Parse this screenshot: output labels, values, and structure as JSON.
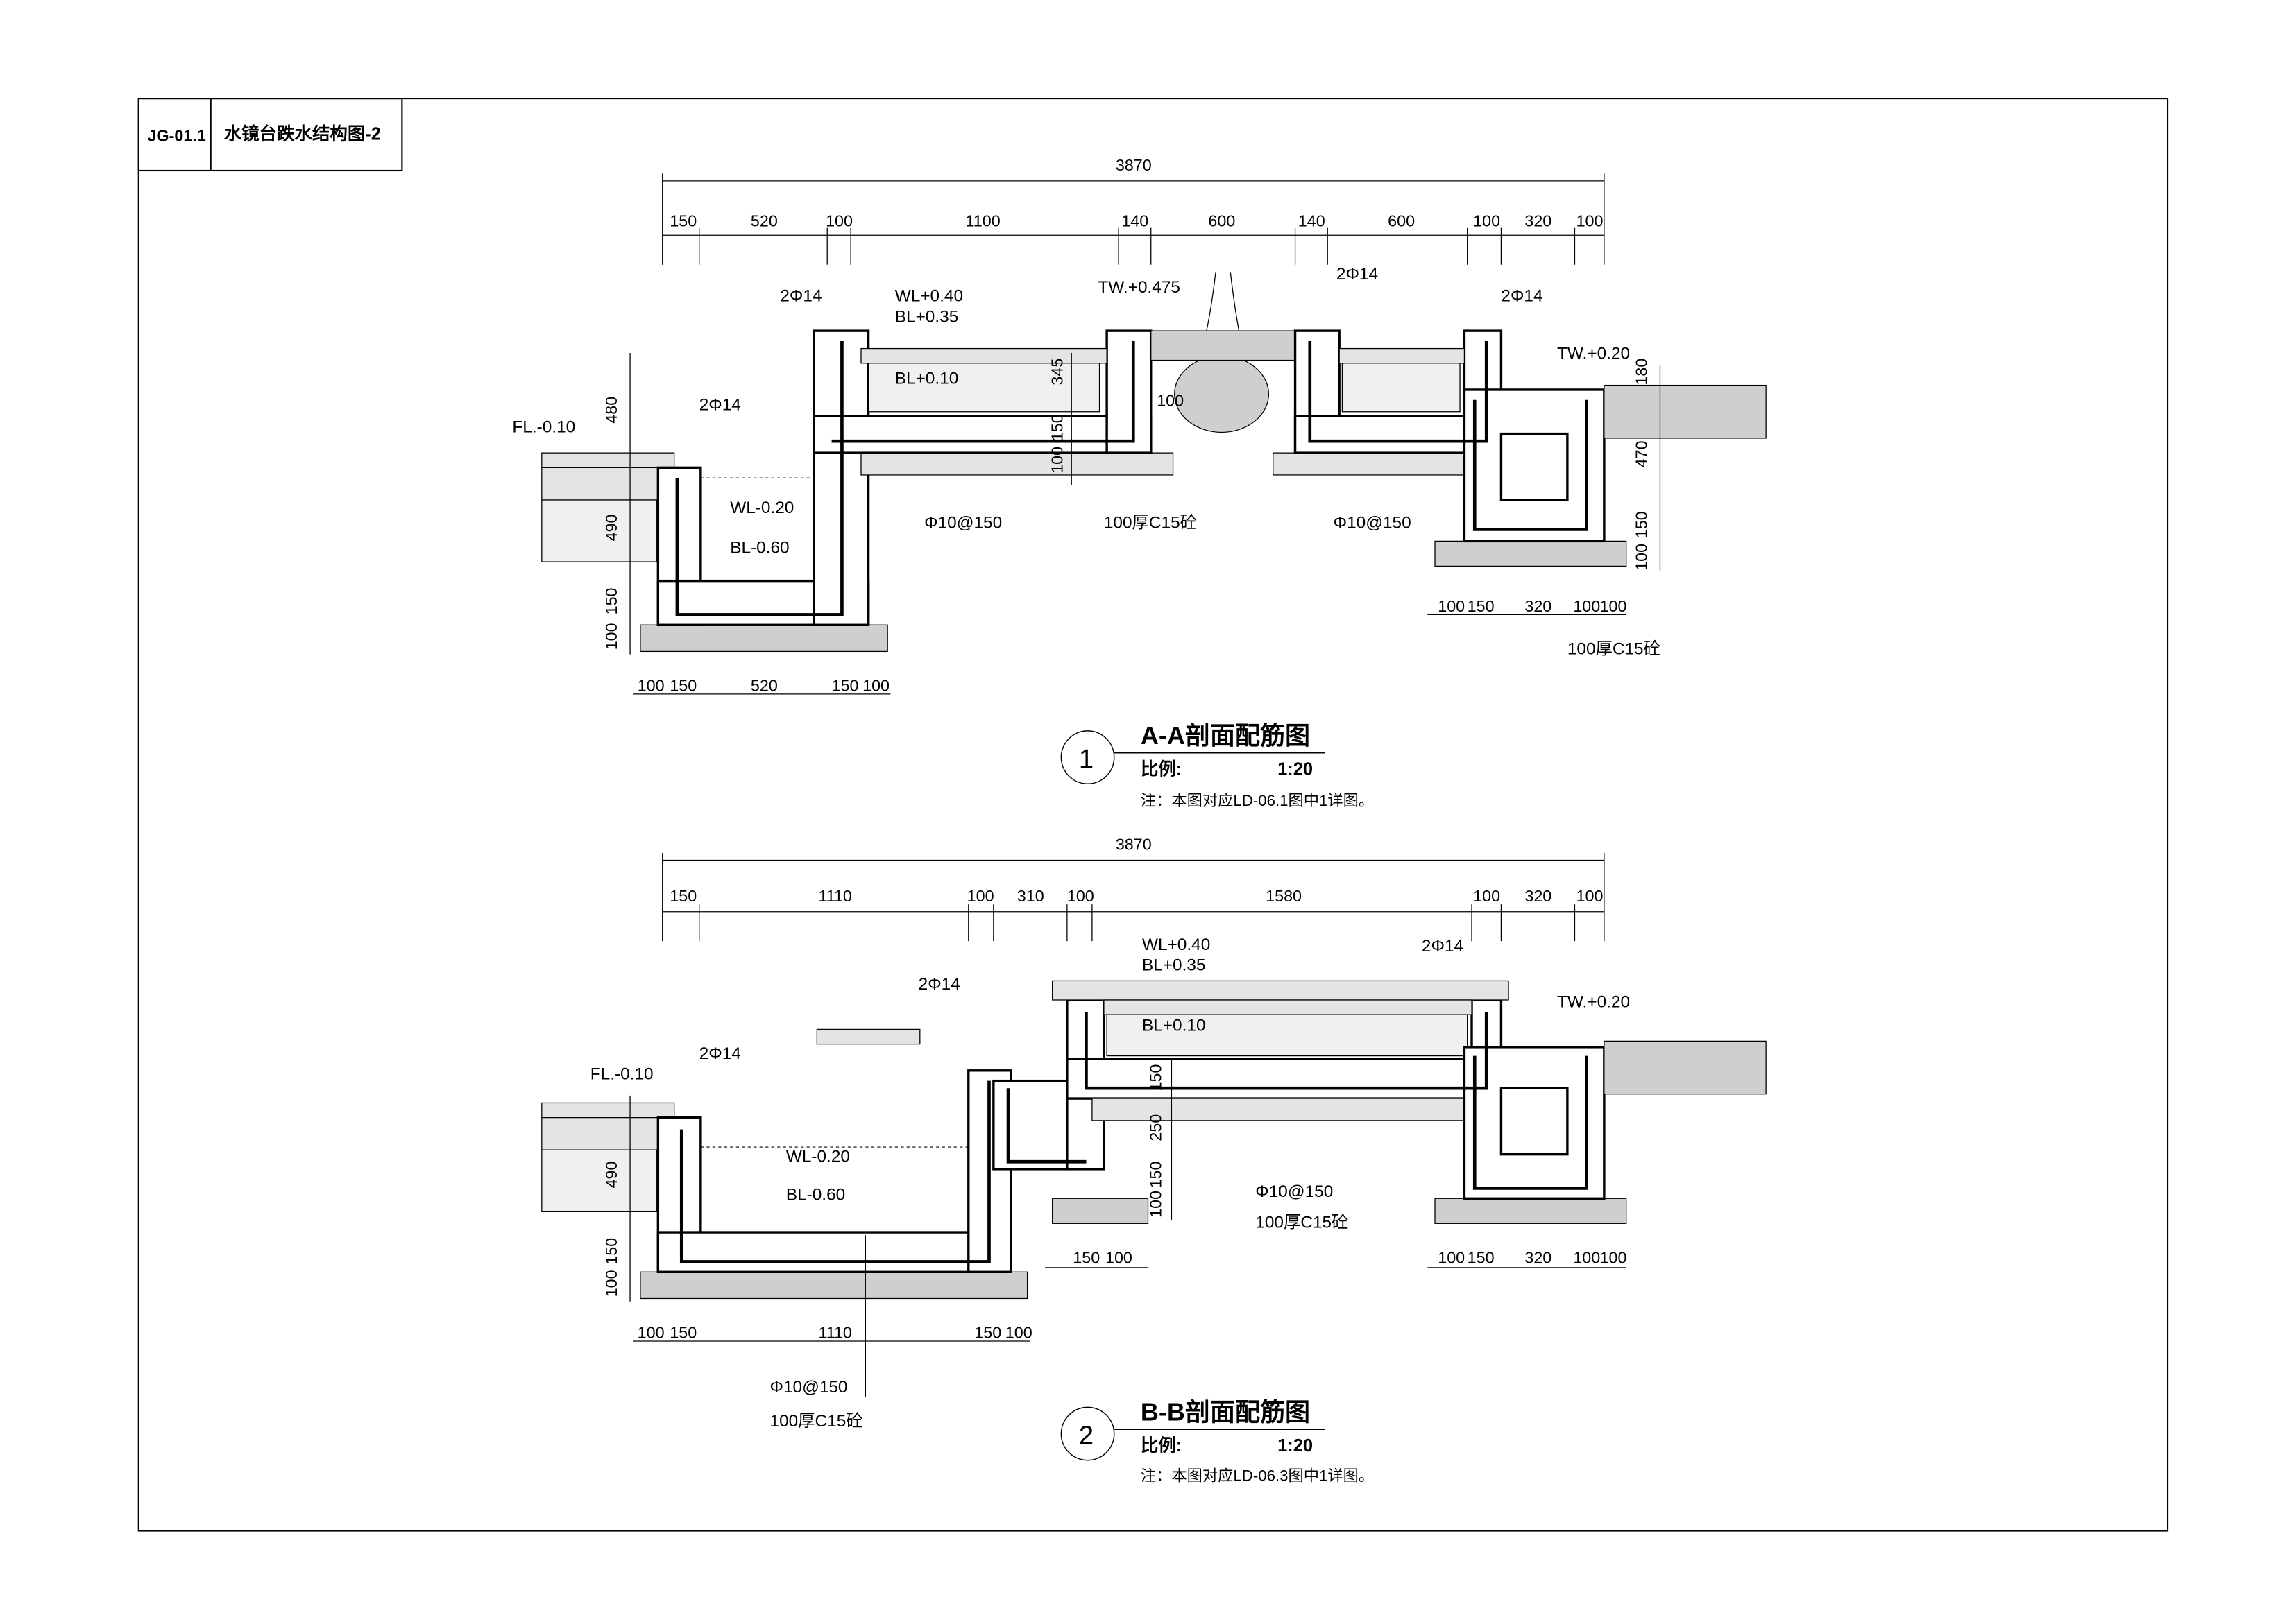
{
  "title_block": {
    "drawing_no": "JG-01.1",
    "drawing_title": "水镜台跌水结构图-2"
  },
  "section_a": {
    "total_dim": "3870",
    "top_dims": [
      "150",
      "520",
      "100",
      "1100",
      "140",
      "600",
      "140",
      "600",
      "100",
      "320",
      "100"
    ],
    "labels": {
      "rebar_1": "2Φ14",
      "rebar_2": "2Φ14",
      "rebar_3": "2Φ14",
      "rebar_4": "2Φ14",
      "wl_upper": "WL+0.40",
      "bl_upper": "BL+0.35",
      "bl_mid": "BL+0.10",
      "tw": "TW.+0.475",
      "fl": "FL.-0.10",
      "wl_lower": "WL-0.20",
      "bl_lower": "BL-0.60",
      "stirrup_1": "Φ10@150",
      "stirrup_2": "Φ10@150",
      "base_1": "100厚C15砼",
      "base_2": "100厚C15砼",
      "tw_right": "TW.+0.20"
    },
    "inner_dims": [
      "345",
      "100",
      "150",
      "100"
    ],
    "left_vdims": [
      "480",
      "490",
      "150",
      "100"
    ],
    "right_vdims": [
      "180",
      "470",
      "150",
      "100"
    ],
    "bottom_left_dims": [
      "100",
      "150",
      "520",
      "150",
      "100"
    ],
    "bottom_right_dims": [
      "100",
      "150",
      "320",
      "100",
      "100"
    ],
    "caption": {
      "number": "1",
      "title": "A-A剖面配筋图",
      "scale_label": "比例:",
      "scale": "1:20",
      "note": "注：本图对应LD-06.1图中1详图。"
    }
  },
  "section_b": {
    "total_dim": "3870",
    "top_dims": [
      "150",
      "1110",
      "100",
      "310",
      "100",
      "1580",
      "100",
      "320",
      "100"
    ],
    "labels": {
      "wl_upper": "WL+0.40",
      "bl_upper": "BL+0.35",
      "rebar_1": "2Φ14",
      "rebar_2": "2Φ14",
      "rebar_3": "2Φ14",
      "tw_right": "TW.+0.20",
      "bl_mid": "BL+0.10",
      "fl": "FL.-0.10",
      "wl_lower": "WL-0.20",
      "bl_lower": "BL-0.60",
      "stirrup_1": "Φ10@150",
      "base_1": "100厚C15砼",
      "stirrup_2": "Φ10@150",
      "base_2": "100厚C15砼"
    },
    "inner_dims": [
      "150",
      "250",
      "100",
      "150"
    ],
    "left_vdims": [
      "490",
      "150",
      "100"
    ],
    "bottom_left_dims": [
      "100",
      "150",
      "1110",
      "150",
      "100"
    ],
    "bottom_mid_dims": [
      "150",
      "100"
    ],
    "bottom_right_dims": [
      "100",
      "150",
      "320",
      "100",
      "100"
    ],
    "caption": {
      "number": "2",
      "title": "B-B剖面配筋图",
      "scale_label": "比例:",
      "scale": "1:20",
      "note": "注：本图对应LD-06.3图中1详图。"
    }
  }
}
